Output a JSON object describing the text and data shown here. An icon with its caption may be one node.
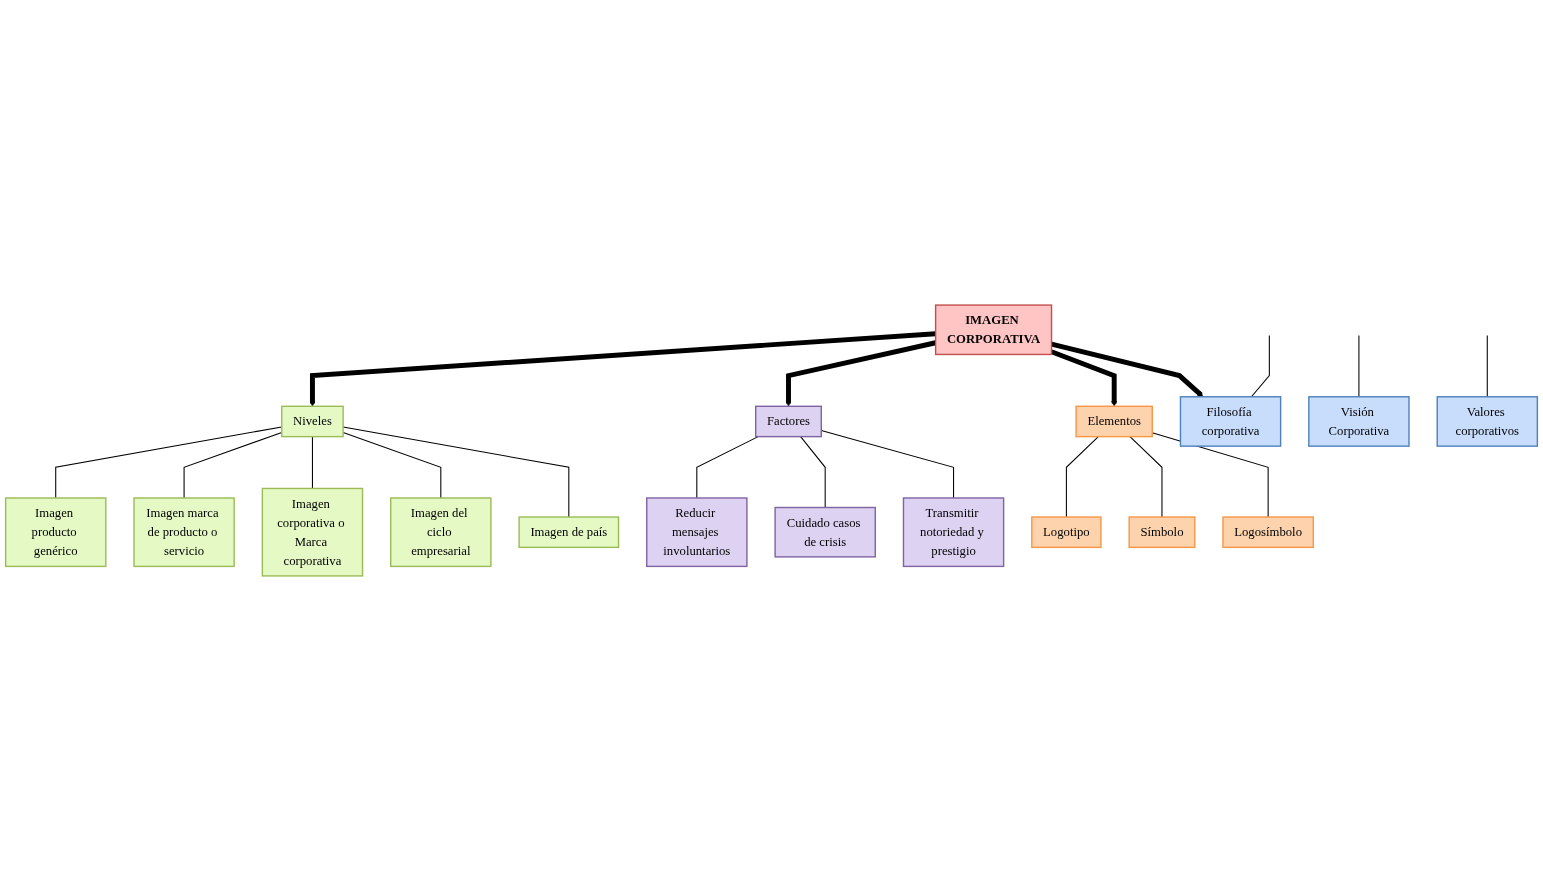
{
  "diagram": {
    "nodes": [
      {
        "text": [
          "Imagen producto genérico"
        ]
      },
      {
        "text": [
          "Imagen marca de producto o servicio"
        ]
      },
      {
        "text": [
          "Imagen corporativa o Marca corporativa"
        ]
      },
      {
        "text": [
          "Imagen del ciclo empresarial"
        ]
      },
      {
        "text": [
          "Imagen de país"
        ]
      },
      {
        "text": [
          "Niveles"
        ]
      },
      {
        "text": [
          "Reducir mensajes involuntarios"
        ]
      },
      {
        "text": [
          "Factores"
        ]
      },
      {
        "text": [
          "IMAGEN CORPORATIVA"
        ]
      },
      {
        "text": [
          "Elementos"
        ]
      },
      {
        "text": [
          "Cuidado casos de crisis"
        ]
      },
      {
        "text": [
          "Filosofía corporativa"
        ]
      },
      {
        "text": [
          "Logotipo"
        ]
      },
      {
        "text": [
          "Transmitir notoriedad y prestigio"
        ]
      },
      {
        "text": [
          "Visión Corporativa"
        ]
      },
      {
        "text": [
          "Símbolo"
        ]
      },
      {
        "text": [
          "Valores corporativos"
        ]
      },
      {
        "text": [
          "Logosímbolo"
        ]
      }
    ],
    "edges": [
      {
        "from": 5,
        "to": 0,
        "arrow": "none"
      },
      {
        "from": 5,
        "to": 1,
        "arrow": "none"
      },
      {
        "from": 5,
        "to": 2,
        "arrow": "none"
      },
      {
        "from": 5,
        "to": 3,
        "arrow": "none"
      },
      {
        "from": 5,
        "to": 4,
        "arrow": "none"
      },
      {
        "from": 8,
        "to": 5,
        "arrow": "to",
        "style": "thick"
      },
      {
        "from": 8,
        "to": 7,
        "arrow": "to",
        "style": "thick"
      },
      {
        "from": 8,
        "to": 9,
        "arrow": "to",
        "style": "thick"
      },
      {
        "from": 8,
        "to": 11,
        "arrow": "to",
        "style": "thick"
      },
      {
        "from": 7,
        "to": 6,
        "arrow": "none"
      },
      {
        "from": 7,
        "to": 10,
        "arrow": "none"
      },
      {
        "from": 7,
        "to": 13,
        "arrow": "none"
      },
      {
        "from": 9,
        "to": 12,
        "arrow": "none"
      },
      {
        "from": 9,
        "to": 15,
        "arrow": "none"
      },
      {
        "from": 9,
        "to": 17,
        "arrow": "none"
      },
      {
        "from": null,
        "to": 11,
        "arrow": "none"
      },
      {
        "from": null,
        "to": 14,
        "arrow": "none"
      },
      {
        "from": null,
        "to": 16,
        "arrow": "none"
      }
    ]
  }
}
